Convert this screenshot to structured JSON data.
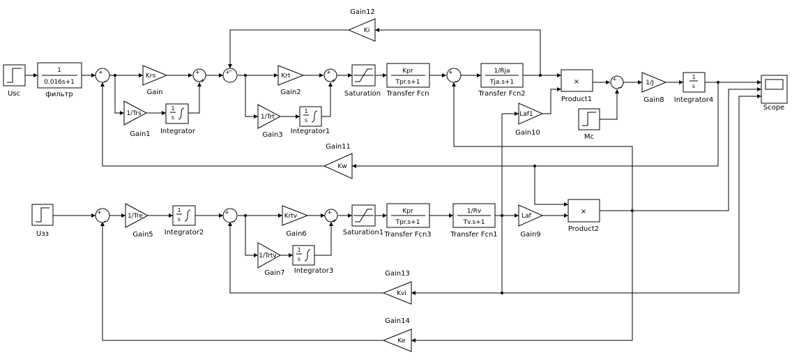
{
  "blocks": {
    "usc": {
      "label": "Usc"
    },
    "filter": {
      "num": "1",
      "den": "0.016s+1",
      "label": "фильтр"
    },
    "gain": {
      "text": "Krs",
      "label": "Gain"
    },
    "gain1": {
      "text": "1/Trs",
      "label": "Gain1"
    },
    "integrator": {
      "num": "1",
      "den": "s",
      "label": "Integrator"
    },
    "gain2": {
      "text": "Krt",
      "label": "Gain2"
    },
    "gain3": {
      "text": "1/Trt",
      "label": "Gain3"
    },
    "integrator1": {
      "num": "1",
      "den": "s",
      "label": "Integrator1"
    },
    "saturation": {
      "label": "Saturation"
    },
    "tf": {
      "num": "Kpr",
      "den": "Tpr.s+1",
      "label": "Transfer Fcn"
    },
    "tf2": {
      "num": "1/Rja",
      "den": "Tja.s+1",
      "label": "Transfer Fcn2"
    },
    "product1": {
      "sym": "×",
      "label": "Product1"
    },
    "gain8": {
      "text": "1/J",
      "label": "Gain8"
    },
    "integrator4": {
      "num": "1",
      "den": "s",
      "label": "Integrator4"
    },
    "scope": {
      "label": "Scope"
    },
    "mc": {
      "label": "Mc"
    },
    "gain10": {
      "text": "Laf1",
      "label": "Gain10"
    },
    "gain12": {
      "text": "Ki",
      "label": "Gain12"
    },
    "gain11": {
      "text": "Kw",
      "label": "Gain11"
    },
    "uzz": {
      "label": "Uзз"
    },
    "gain5": {
      "text": "1/Tre",
      "label": "Gain5"
    },
    "integrator2": {
      "num": "1",
      "den": "s",
      "label": "Integrator2"
    },
    "gain6": {
      "text": "Krtv",
      "label": "Gain6"
    },
    "gain7": {
      "text": "1/Trtv",
      "label": "Gain7"
    },
    "integrator3": {
      "num": "1",
      "den": "s",
      "label": "Integrator3"
    },
    "saturation1": {
      "label": "Saturation1"
    },
    "tf3": {
      "num": "Kpr",
      "den": "Tpr.s+1",
      "label": "Transfer Fcn3"
    },
    "tf1": {
      "num": "1/Rv",
      "den": "Tv.s+1",
      "label": "Transfer Fcn1"
    },
    "gain9": {
      "text": "Laf",
      "label": "Gain9"
    },
    "product2": {
      "sym": "×",
      "label": "Product2"
    },
    "gain13": {
      "text": "Kvi",
      "label": "Gain13"
    },
    "gain14": {
      "text": "Ke",
      "label": "Gain14"
    }
  },
  "signs": {
    "plus": "+",
    "minus": "−"
  }
}
